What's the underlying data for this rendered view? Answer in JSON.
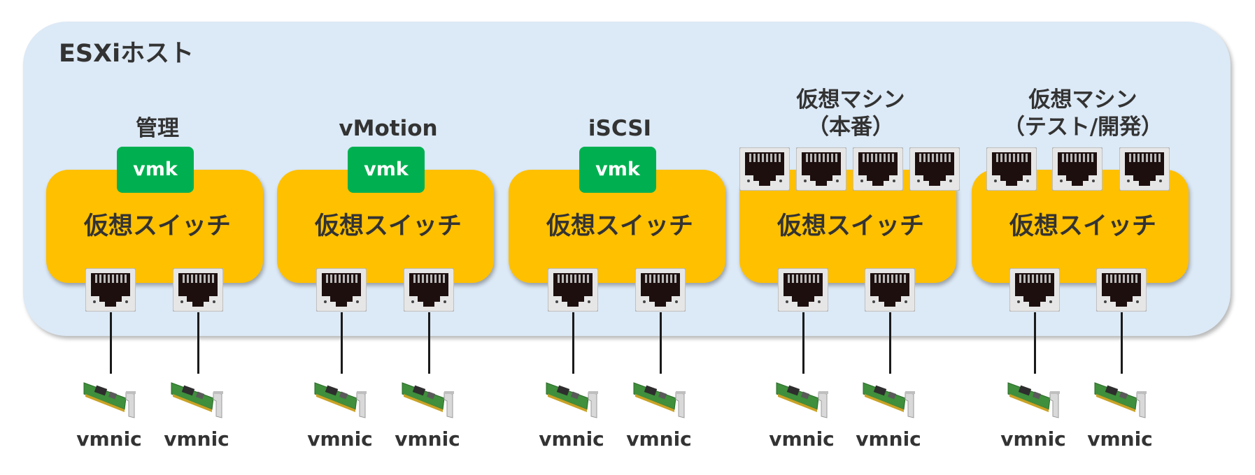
{
  "host": {
    "title": "ESXiホスト"
  },
  "groups": [
    {
      "label_lines": [
        "",
        "管理"
      ],
      "vmk_label": "vmk",
      "switch_label": "仮想スイッチ",
      "vm_ports": 0,
      "uplinks": [
        {
          "nic_label": "vmnic"
        },
        {
          "nic_label": "vmnic"
        }
      ]
    },
    {
      "label_lines": [
        "",
        "vMotion"
      ],
      "vmk_label": "vmk",
      "switch_label": "仮想スイッチ",
      "vm_ports": 0,
      "uplinks": [
        {
          "nic_label": "vmnic"
        },
        {
          "nic_label": "vmnic"
        }
      ]
    },
    {
      "label_lines": [
        "",
        "iSCSI"
      ],
      "vmk_label": "vmk",
      "switch_label": "仮想スイッチ",
      "vm_ports": 0,
      "uplinks": [
        {
          "nic_label": "vmnic"
        },
        {
          "nic_label": "vmnic"
        }
      ]
    },
    {
      "label_lines": [
        "仮想マシン",
        "（本番）"
      ],
      "vmk_label": "",
      "switch_label": "仮想スイッチ",
      "vm_ports": 4,
      "uplinks": [
        {
          "nic_label": "vmnic"
        },
        {
          "nic_label": "vmnic"
        }
      ]
    },
    {
      "label_lines": [
        "仮想マシン",
        "（テスト/開発）"
      ],
      "vmk_label": "",
      "switch_label": "仮想スイッチ",
      "vm_ports": 3,
      "uplinks": [
        {
          "nic_label": "vmnic"
        },
        {
          "nic_label": "vmnic"
        }
      ]
    }
  ],
  "colors": {
    "host_bg": "#dce9f6",
    "switch": "#ffc000",
    "vmk": "#00b050",
    "text": "#333333"
  },
  "icons": {
    "port": "rj45-port-icon",
    "nic": "network-card-icon"
  }
}
